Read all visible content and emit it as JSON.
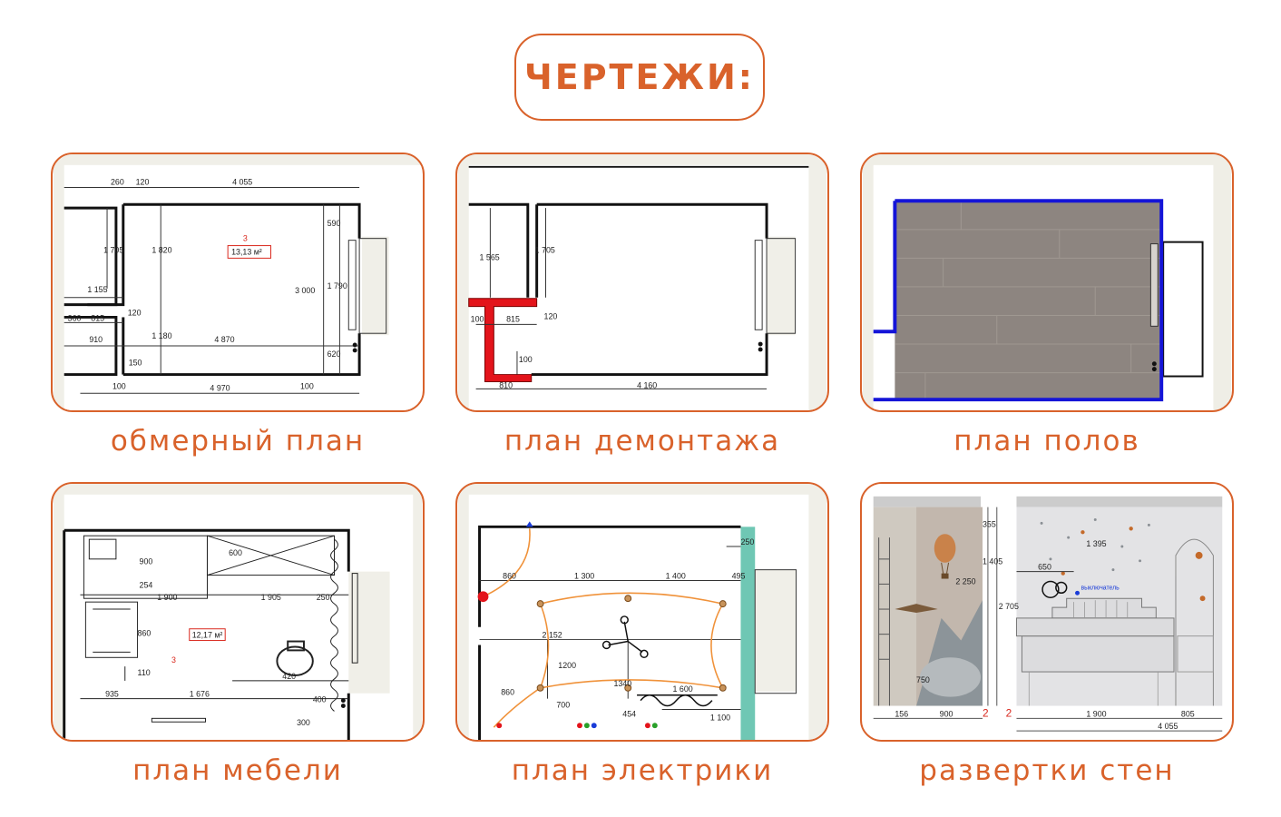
{
  "header": {
    "title": "ЧЕРТЕЖИ:"
  },
  "cards": [
    {
      "caption": "обмерный план",
      "labels": {
        "room_no": "3",
        "area": "13,13 м²",
        "d1": "260",
        "d2": "120",
        "d3": "4 055",
        "d4": "1 705",
        "d5": "1 820",
        "d6": "590",
        "d7": "1 155",
        "d8": "3 000",
        "d9": "1 790",
        "d10": "360",
        "d11": "815",
        "d12": "120",
        "d13": "910",
        "d14": "1 180",
        "d15": "4 870",
        "d16": "620",
        "d17": "100",
        "d18": "150",
        "d19": "4 970",
        "d20": "100"
      }
    },
    {
      "caption": "план демонтажа",
      "labels": {
        "d1": "1 565",
        "d2": "1 705",
        "d3": "100",
        "d4": "815",
        "d5": "120",
        "d6": "100",
        "d7": "810",
        "d8": "4 160"
      }
    },
    {
      "caption": "план полов"
    },
    {
      "caption": "план мебели",
      "labels": {
        "area": "12,17 м²",
        "room_no": "3",
        "d1": "900",
        "d2": "254",
        "d3": "600",
        "d4": "1 900",
        "d5": "1 905",
        "d6": "250",
        "d7": "860",
        "d8": "110",
        "d9": "420",
        "d10": "935",
        "d11": "1 676",
        "d12": "400",
        "d13": "300"
      }
    },
    {
      "caption": "план электрики",
      "labels": {
        "d1": "860",
        "d2": "1 300",
        "d3": "1 400",
        "d4": "495",
        "d5": "250",
        "d6": "2 152",
        "d7": "1200",
        "d8": "1340",
        "d9": "1 600",
        "d10": "860",
        "d11": "700",
        "d12": "454",
        "d13": "1 100"
      }
    },
    {
      "caption": "развертки стен",
      "labels": {
        "d1": "355",
        "d2": "1 405",
        "d3": "2 250",
        "d4": "2 705",
        "d5": "1 395",
        "d6": "650",
        "d7": "750",
        "d8": "156",
        "d9": "900",
        "d10": "2",
        "d11": "2",
        "d12": "1 900",
        "d13": "805",
        "d14": "4 055",
        "note": "выключатель"
      }
    }
  ]
}
